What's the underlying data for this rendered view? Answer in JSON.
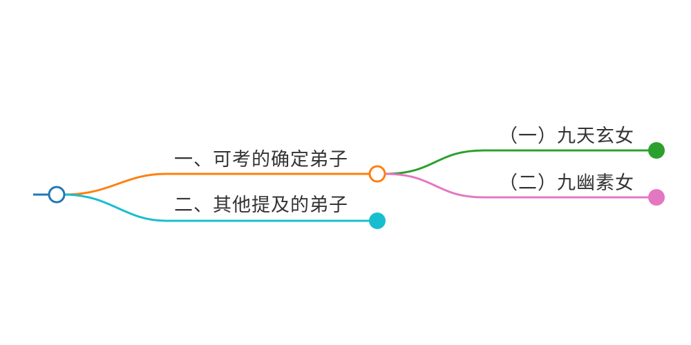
{
  "mindmap": {
    "root": {
      "label": "",
      "color": "#1f77b4",
      "collapsed": false
    },
    "branches": [
      {
        "label": "一、可考的确定弟子",
        "color": "#ff7f0e",
        "collapsed": false,
        "children": [
          {
            "label": "（一）九天玄女",
            "color": "#2ca02c",
            "collapsed": true
          },
          {
            "label": "（二）九幽素女",
            "color": "#e377c2",
            "collapsed": true
          }
        ]
      },
      {
        "label": "二、其他提及的弟子",
        "color": "#17becf",
        "collapsed": true,
        "children": []
      }
    ]
  }
}
